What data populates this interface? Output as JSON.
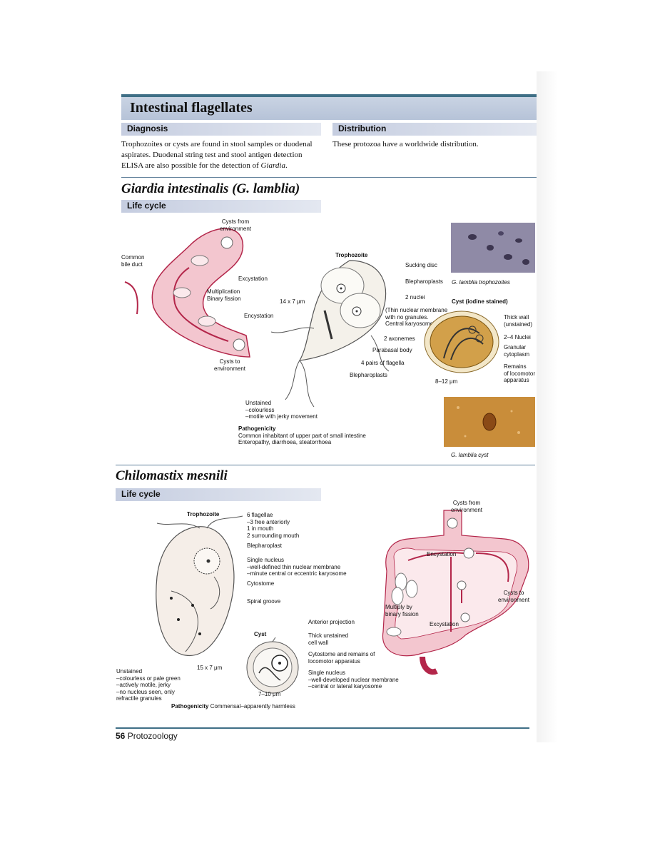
{
  "header": {
    "title": "Intestinal flagellates"
  },
  "diagnosis": {
    "heading": "Diagnosis",
    "line1": "Trophozoites or cysts are found in stool samples or duodenal",
    "line2": "aspirates. Duodenal string test and stool antigen detection",
    "line3_pre": "ELISA are also possible for the detection of ",
    "line3_italic": "Giardia",
    "line3_post": "."
  },
  "distribution": {
    "heading": "Distribution",
    "text": "These protozoa have a worldwide distribution."
  },
  "giardia": {
    "title": "Giardia intestinalis (G. lamblia)",
    "life_cycle": "Life cycle",
    "labels": {
      "cysts_from_1": "Cysts from",
      "cysts_from_2": "environment",
      "common_1": "Common",
      "common_2": "bile duct",
      "excystation": "Excystation",
      "multiplication": "Multiplication",
      "binary_fission": "Binary fission",
      "encystation": "Encystation",
      "cysts_to_1": "Cysts to",
      "cysts_to_2": "environment",
      "trophozoite": "Trophozoite",
      "sucking_disc": "Sucking disc",
      "blepharoplasts": "Blepharoplasts",
      "size": "14 x 7 μm",
      "two_nuclei": "2 nuclei",
      "thin_1": "(Thin nuclear membrane",
      "thin_2": "with no granules.",
      "thin_3": "Central karyosome)",
      "axonemes": "2 axonemes",
      "parabasal": "Parabasal body",
      "flagella": "4 pairs of flagella",
      "blepharoplasts_2": "Blepharoplasts",
      "unstained_1": "Unstained",
      "unstained_2": "–colourless",
      "unstained_3": "–motile with jerky movement"
    },
    "photo_caption_1": "G. lamblia trophozoites",
    "cyst_title": "Cyst (iodine stained)",
    "cyst_labels": {
      "thick_1": "Thick wall",
      "thick_2": "(unstained)",
      "nuclei": "2–4 Nuclei",
      "granular_1": "Granular",
      "granular_2": "cytoplasm",
      "remains_1": "Remains",
      "remains_2": "of locomotor",
      "remains_3": "apparatus",
      "size": "8–12 μm"
    },
    "photo_caption_2": "G. lamblia cyst",
    "pathogenicity": {
      "heading": "Pathogenicity",
      "line1": "Common inhabitant of upper part of small intestine",
      "line2": "Enteropathy, diarrhoea, steatorrhoea"
    }
  },
  "chilomastix": {
    "title": "Chilomastix mesnili",
    "life_cycle": "Life cycle",
    "labels": {
      "trophozoite": "Trophozoite",
      "flag_1": "6 flagellae",
      "flag_2": "–3 free anteriorly",
      "flag_3": "1 in mouth",
      "flag_4": "2 surrounding mouth",
      "blepharoplast": "Blepharoplast",
      "nucleus_1": "Single nucleus",
      "nucleus_2": "–well-defined thin nuclear membrane",
      "nucleus_3": "–minute central or eccentric karyosome",
      "cytostome": "Cytostome",
      "spiral": "Spiral groove",
      "anterior": "Anterior projection",
      "cyst": "Cyst",
      "thick_1": "Thick unstained",
      "thick_2": "cell wall",
      "cyto_1": "Cytostome and remains of",
      "cyto_2": "locomotor apparatus",
      "cyst_nuc_1": "Single nucleus",
      "cyst_nuc_2": "–well-developed nuclear membrane",
      "cyst_nuc_3": "–central or lateral karyosome",
      "size_troph": "15 x 7 μm",
      "size_cyst": "7–10 μm",
      "unstained_1": "Unstained",
      "unstained_2": "–colourless or pale green",
      "unstained_3": "–actively motile, jerky",
      "unstained_4": "–no nucleus seen, only",
      "unstained_5": "refractile granules",
      "cysts_from_1": "Cysts from",
      "cysts_from_2": "environment",
      "encystation": "Encystation",
      "cysts_to_1": "Cysts to",
      "cysts_to_2": "environment",
      "multiply_1": "Multiply by",
      "multiply_2": "binary fission",
      "excystation": "Excystation"
    },
    "pathogenicity": {
      "heading": "Pathogenicity",
      "text": "Commensal–apparently harmless"
    }
  },
  "footer": {
    "page_number": "56",
    "section": "Protozoology"
  },
  "colors": {
    "accent": "#3f6f86",
    "bar": "#c5cde0",
    "gut": "#f3c6cf",
    "arrow": "#b3264a"
  }
}
